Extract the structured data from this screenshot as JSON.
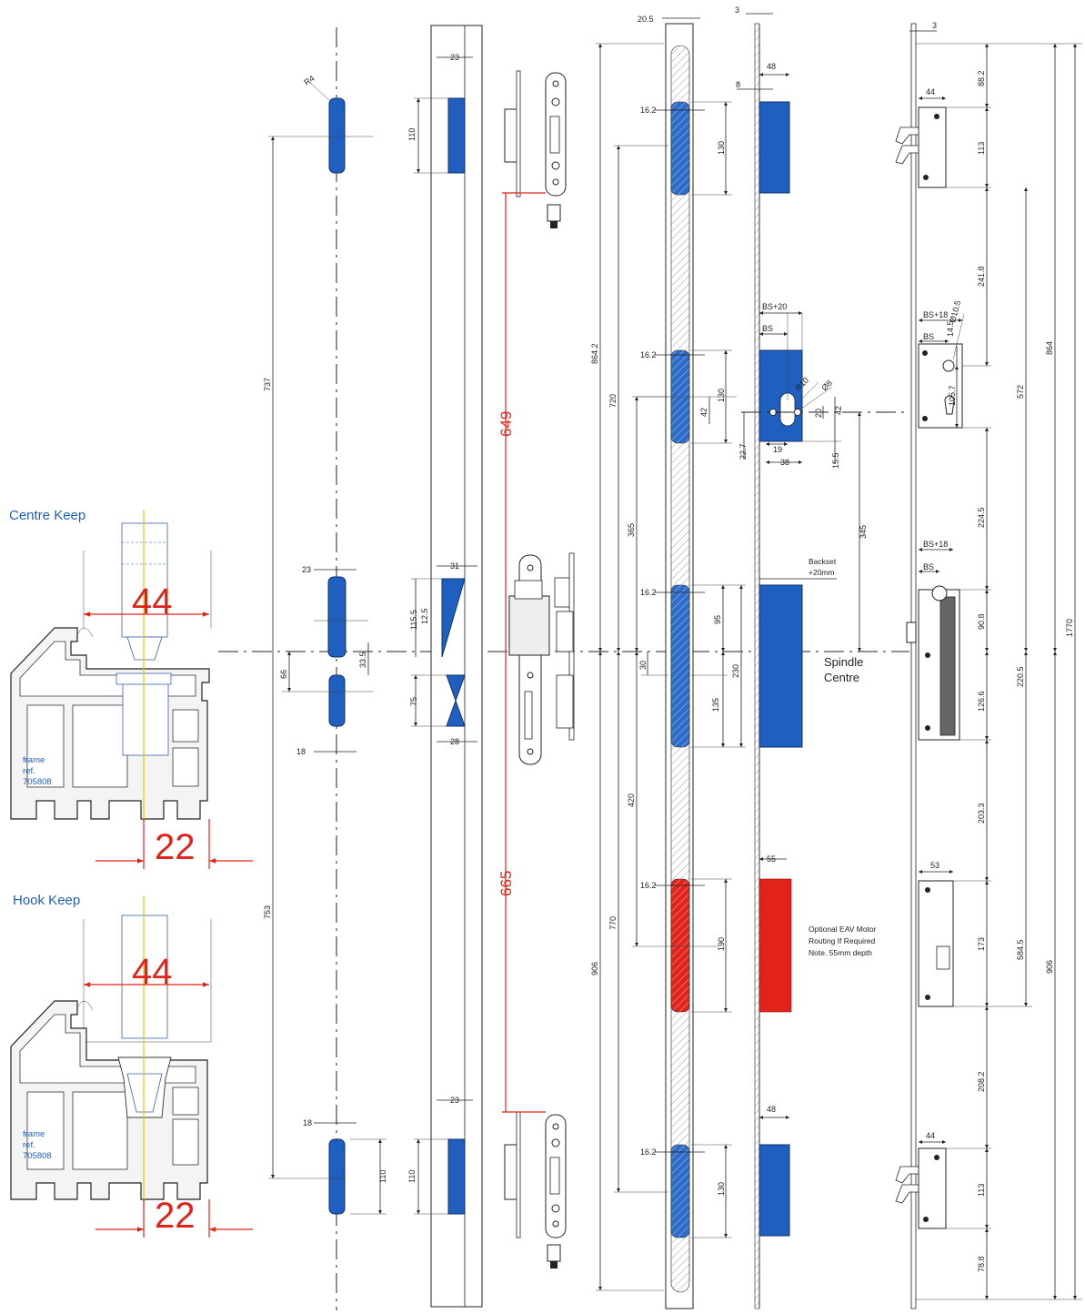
{
  "labels": {
    "centre_keep": "Centre Keep",
    "hook_keep": "Hook Keep",
    "frame_ref_1": "frame",
    "frame_ref_2": "ref.",
    "frame_ref_3": "705808",
    "spindle_1": "Spindle",
    "spindle_2": "Centre",
    "backset_1": "Backset",
    "backset_2": "+20mm",
    "eav_1": "Optional EAV Motor",
    "eav_2": "Routing If Required",
    "eav_3": "Note. 55mm depth"
  },
  "big_dims": {
    "d44": "44",
    "d22": "22",
    "d649": "649",
    "d665": "665"
  },
  "dims": {
    "r4": "R4",
    "d737": "737",
    "d753": "753",
    "d23a": "23",
    "d66": "66",
    "d33_5": "33.5",
    "d18a": "18",
    "d18b": "18",
    "d110a": "110",
    "d110b": "110",
    "d110c": "110",
    "d23b": "23",
    "d31": "31",
    "d115_5": "115.5",
    "d12_5": "12.5",
    "d75": "75",
    "d28": "28",
    "d23c": "23",
    "d20_5": "20.5",
    "d16_2": "16.2",
    "d130": "130",
    "d864_2": "864.2",
    "d720": "720",
    "d42": "42",
    "d365": "365",
    "d95": "95",
    "d30": "30",
    "d230": "230",
    "d135": "135",
    "d420": "420",
    "d906": "906",
    "d770": "770",
    "d190": "190",
    "d3": "3",
    "d48": "48",
    "d8": "8",
    "bs20": "BS+20",
    "bs": "BS",
    "r10": "R10",
    "o8": "Ø8",
    "d20": "20",
    "d22_7": "22.7",
    "d19": "19",
    "d38": "38",
    "d15_5": "15.5",
    "d345": "345",
    "d55": "55",
    "d44s": "44",
    "d88_2": "88.2",
    "d113": "113",
    "d241_8": "241.8",
    "o10_5": "Ø10.5",
    "bs18": "BS+18",
    "d14_5": "14.5",
    "d105_7": "105.7",
    "d572": "572",
    "d864": "864",
    "d224_5": "224.5",
    "d90_8": "90.8",
    "d126_6": "126.6",
    "d220_5": "220.5",
    "d1770": "1770",
    "d203_3": "203.3",
    "d53": "53",
    "d173": "173",
    "d584_5": "584.5",
    "d208_2": "208.2",
    "d78_8": "78.8"
  },
  "colors": {
    "blue": "#1f5fbf",
    "red": "#e2231a"
  }
}
